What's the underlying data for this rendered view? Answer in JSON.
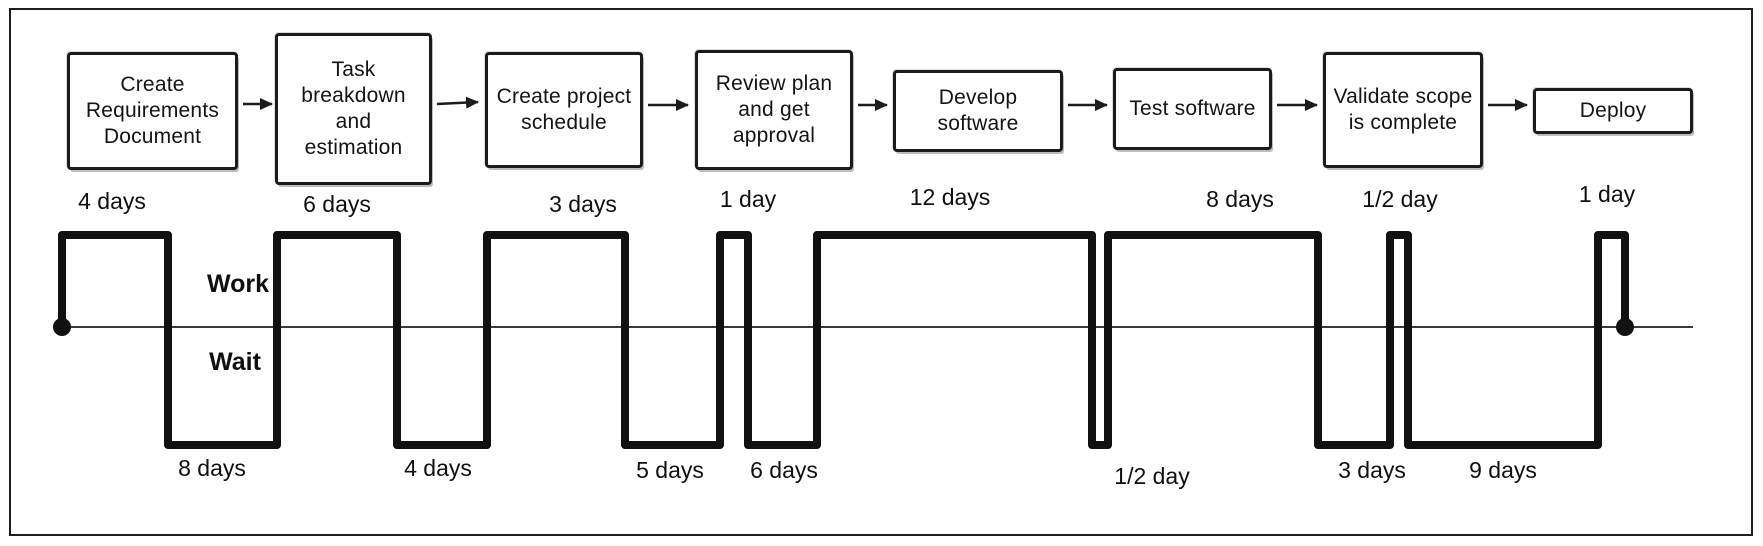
{
  "diagram": {
    "kind": "value-stream process flow with work/wait timeline",
    "colors": {
      "ink": "#1c1c1c",
      "wave": "#111111",
      "baseline": "#3a3a3a",
      "background": "#ffffff"
    }
  },
  "process_flow": {
    "steps": [
      {
        "label": "Create Requirements Document"
      },
      {
        "label": "Task breakdown and estimation"
      },
      {
        "label": "Create project schedule"
      },
      {
        "label": "Review plan and get approval"
      },
      {
        "label": "Develop software"
      },
      {
        "label": "Test software"
      },
      {
        "label": "Validate scope is complete"
      },
      {
        "label": "Deploy"
      }
    ]
  },
  "timeline": {
    "work_label": "Work",
    "wait_label": "Wait",
    "segments": [
      {
        "type": "work",
        "duration": "4 days",
        "days": 4
      },
      {
        "type": "wait",
        "duration": "8 days",
        "days": 8
      },
      {
        "type": "work",
        "duration": "6 days",
        "days": 6
      },
      {
        "type": "wait",
        "duration": "4 days",
        "days": 4
      },
      {
        "type": "work",
        "duration": "3 days",
        "days": 3
      },
      {
        "type": "wait",
        "duration": "5 days",
        "days": 5
      },
      {
        "type": "work",
        "duration": "1 day",
        "days": 1
      },
      {
        "type": "wait",
        "duration": "6 days",
        "days": 6
      },
      {
        "type": "work",
        "duration": "12 days",
        "days": 12
      },
      {
        "type": "wait",
        "duration": "1/2 day",
        "days": 0.5
      },
      {
        "type": "work",
        "duration": "8 days",
        "days": 8
      },
      {
        "type": "wait",
        "duration": "3 days",
        "days": 3
      },
      {
        "type": "work",
        "duration": "1/2 day",
        "days": 0.5
      },
      {
        "type": "wait",
        "duration": "9 days",
        "days": 9
      },
      {
        "type": "work",
        "duration": "1 day",
        "days": 1
      }
    ]
  }
}
